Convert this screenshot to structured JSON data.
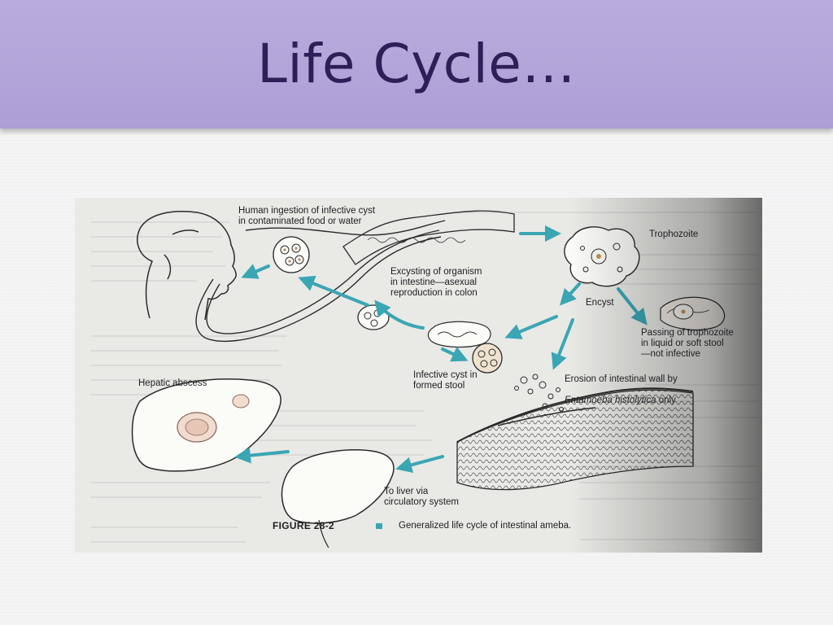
{
  "slide": {
    "title": "Life Cycle…",
    "colors": {
      "band": "#b0a2d8",
      "title": "#2d1f57",
      "arrow": "#3aa6b4"
    }
  },
  "figure": {
    "labels": {
      "ingestion": "Human ingestion of infective cyst\nin contaminated food or water",
      "trophozoite": "Trophozoite",
      "excysting": "Excysting of organism\nin intestine—asexual\nreproduction in colon",
      "encyst": "Encyst",
      "passing": "Passing of trophozoite\nin liquid or soft stool\n—not infective",
      "infective_cyst": "Infective cyst in\nformed stool",
      "erosion_line1": "Erosion of intestinal wall by",
      "erosion_species": "Entamoeba histolytica",
      "erosion_only": " only",
      "hepatic": "Hepatic abscess",
      "to_liver": "To liver via\ncirculatory system"
    },
    "caption": {
      "figure_number": "FIGURE 28-2",
      "text": "Generalized life cycle of intestinal ameba."
    }
  }
}
